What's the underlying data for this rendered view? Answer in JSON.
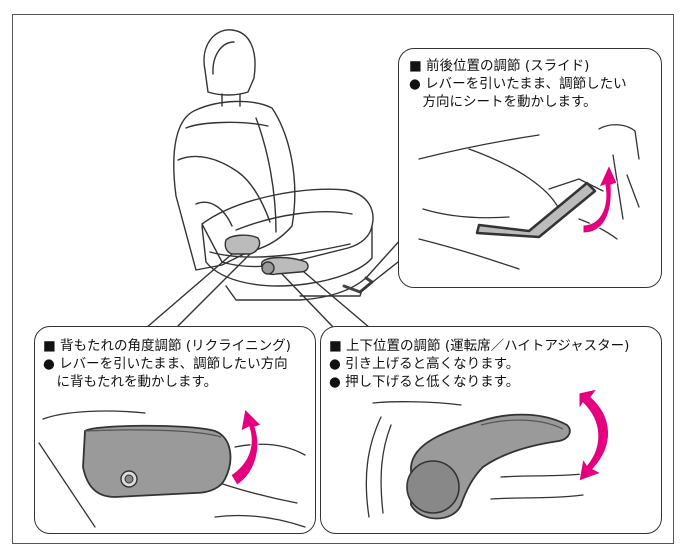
{
  "slide": {
    "title": "■ 前後位置の調節 (スライド)",
    "line1": "● レバーを引いたまま、調節したい",
    "line2": "　方向にシートを動かします。"
  },
  "recline": {
    "title": "■ 背もたれの角度調節 (リクライニング)",
    "line1": "● レバーを引いたまま、調節したい方向",
    "line2": "　に背もたれを動かします。"
  },
  "height": {
    "title": "■ 上下位置の調節 (運転席／ハイトアジャスター)",
    "line1": "● 引き上げると高くなります。",
    "line2": "● 押し下げると低くなります。"
  },
  "colors": {
    "arrow": "#e4007f",
    "lever": "#9a9a9a",
    "line": "#333333"
  }
}
